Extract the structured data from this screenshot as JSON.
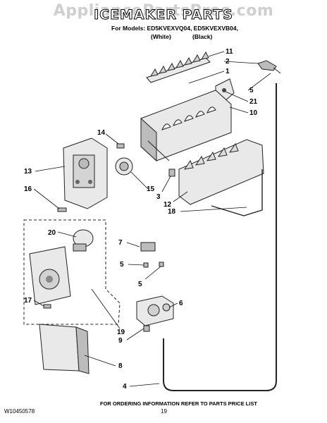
{
  "watermark": "AppliancePartsPros.com",
  "header": {
    "title": "ICEMAKER PARTS",
    "models": "For Models: ED5KVEXVQ04, ED5KVEXVB04,",
    "variant_white": "(White)",
    "variant_black": "(Black)"
  },
  "callouts": [
    "11",
    "2",
    "1",
    "5",
    "21",
    "10",
    "14",
    "13",
    "16",
    "15",
    "3",
    "12",
    "18",
    "20",
    "7",
    "5",
    "5",
    "6",
    "17",
    "19",
    "9",
    "8",
    "4"
  ],
  "footer": {
    "ordering_info": "FOR ORDERING INFORMATION REFER TO PARTS PRICE LIST",
    "doc_number": "W10450578",
    "page_number": "19"
  }
}
